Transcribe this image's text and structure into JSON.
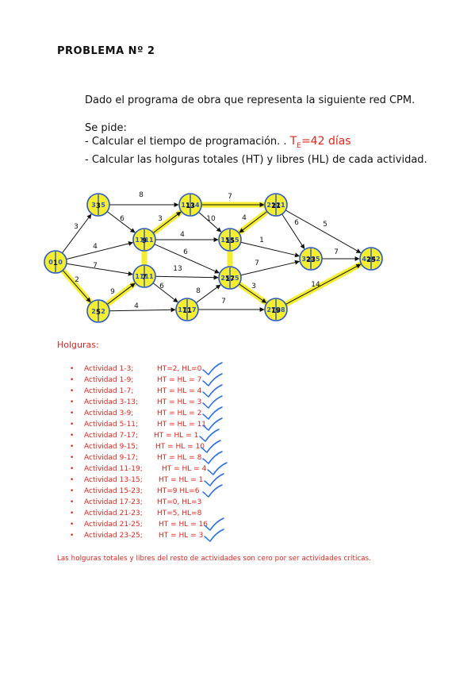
{
  "title": "PROBLEMA Nº 2",
  "intro": "Dado el programa de obra que representa la siguiente red CPM.",
  "se_pide": "Se pide:",
  "item1_text": "- Calcular el tiempo de programación. .",
  "item1_answer_prefix": "T",
  "item1_answer_sub": "E",
  "item1_answer_value": "=42 días",
  "item2_text": "- Calcular las holguras totales (HT) y libres (HL) de cada actividad.",
  "network": {
    "nodes": [
      {
        "id": "1",
        "left": "0",
        "right": "0"
      },
      {
        "id": "3",
        "left": "3",
        "right": "5"
      },
      {
        "id": "5",
        "left": "2",
        "right": "2"
      },
      {
        "id": "7",
        "left": "11",
        "right": "11"
      },
      {
        "id": "9",
        "left": "11",
        "right": "11"
      },
      {
        "id": "11",
        "left": "17",
        "right": "17"
      },
      {
        "id": "13",
        "left": "11",
        "right": "14"
      },
      {
        "id": "15",
        "left": "15",
        "right": "15"
      },
      {
        "id": "17",
        "left": "25",
        "right": "25"
      },
      {
        "id": "19",
        "left": "27",
        "right": "28"
      },
      {
        "id": "21",
        "left": "21",
        "right": "21"
      },
      {
        "id": "23",
        "left": "32",
        "right": "35"
      },
      {
        "id": "25",
        "left": "42",
        "right": "42"
      }
    ],
    "edges": [
      {
        "label": "3"
      },
      {
        "label": "4"
      },
      {
        "label": "7"
      },
      {
        "label": "2"
      },
      {
        "label": "8"
      },
      {
        "label": "6"
      },
      {
        "label": "9"
      },
      {
        "label": "4"
      },
      {
        "label": "3"
      },
      {
        "label": "4"
      },
      {
        "label": "6"
      },
      {
        "label": "13"
      },
      {
        "label": "6"
      },
      {
        "label": "7"
      },
      {
        "label": "10"
      },
      {
        "label": "1"
      },
      {
        "label": "7"
      },
      {
        "label": "8"
      },
      {
        "label": "7"
      },
      {
        "label": "3"
      },
      {
        "label": "4"
      },
      {
        "label": "6"
      },
      {
        "label": "5"
      },
      {
        "label": "7"
      },
      {
        "label": "14"
      }
    ]
  },
  "holguras_title": "Holguras:",
  "bullet": "•",
  "holguras": [
    {
      "act": "Actividad 1-3;",
      "val": "HT=2,  HL=0",
      "check": true
    },
    {
      "act": "Actividad 1-9;",
      "val": "HT = HL = 7",
      "check": true
    },
    {
      "act": "Actividad 1-7;",
      "val": "HT = HL = 4",
      "check": true
    },
    {
      "act": "Actividad 3-13;",
      "val": "HT = HL = 3",
      "check": true
    },
    {
      "act": "Actividad 3-9;",
      "val": "HT = HL = 2",
      "check": true
    },
    {
      "act": "Actividad 5-11;",
      "val": "HT = HL = 11",
      "check": true
    },
    {
      "act": "Actividad 7-17;",
      "val": "HT = HL = 1",
      "check": true
    },
    {
      "act": "Actividad 9-15;",
      "val": "HT = HL = 10",
      "check": true
    },
    {
      "act": "Actividad 9-17;",
      "val": "HT = HL = 8",
      "check": true
    },
    {
      "act": "Actividad 11-19;",
      "val": "HT = HL = 4",
      "check": true
    },
    {
      "act": "Actividad 13-15;",
      "val": "HT = HL = 1",
      "check": true
    },
    {
      "act": "Actividad 15-23;",
      "val": "HT=9  HL=6",
      "check": true
    },
    {
      "act": "Actividad 17-23;",
      "val": "HT=0,   HL=3",
      "check": false
    },
    {
      "act": "Actividad 21-23;",
      "val": "HT=5,   HL=8",
      "check": false
    },
    {
      "act": "Actividad 21-25;",
      "val": "HT = HL = 16",
      "check": true
    },
    {
      "act": "Actividad 23-25;",
      "val": "HT = HL = 3",
      "check": true
    }
  ],
  "footer": "Las holguras totales y libres del resto de actividades son cero por ser actividades críticas.",
  "colors": {
    "red": "#e1251b",
    "node_fill": "#f4ee2e",
    "node_stroke": "#2b57c9",
    "highlight": "#f4ee2e",
    "check": "#2a6fe0"
  }
}
